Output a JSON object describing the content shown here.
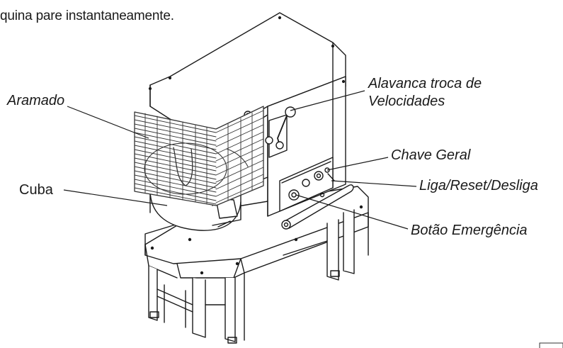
{
  "header": {
    "text": "quina pare instantaneamente."
  },
  "labels": {
    "aramado": "Aramado",
    "cuba": "Cuba",
    "alavanca_line1": "Alavanca troca de",
    "alavanca_line2": "Velocidades",
    "chave_geral": "Chave Geral",
    "liga_reset": "Liga/Reset/Desliga",
    "botao_emergencia": "Botão Emergência"
  },
  "colors": {
    "ink": "#1a1a1a",
    "paper": "#ffffff",
    "hatch": "#444444"
  }
}
